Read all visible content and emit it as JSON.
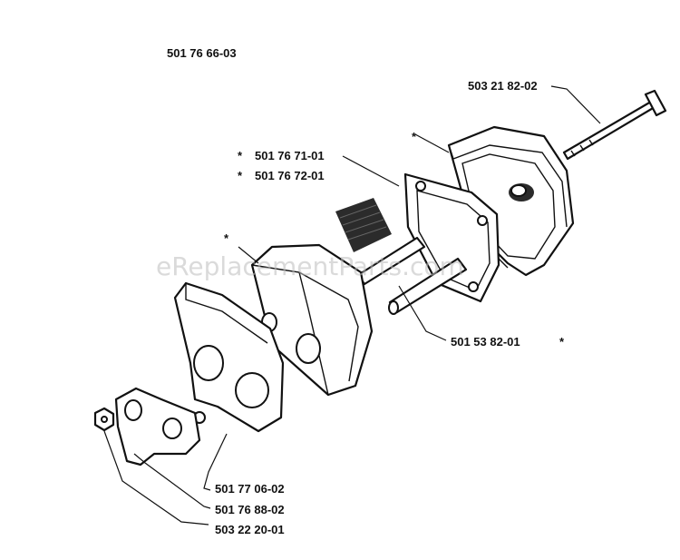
{
  "labels": {
    "assembly": "501 76 66-03",
    "bolt": "503 21 82-02",
    "cover_a": "501 76 71-01",
    "cover_b": "501 76 72-01",
    "pins": "501 53 82-01",
    "plate": "501 77 06-02",
    "gasket": "501 76 88-02",
    "nut": "503 22 20-01"
  },
  "marks": {
    "asterisk": "*"
  },
  "watermark": "eReplacementParts.com",
  "colors": {
    "line": "#111111",
    "background": "#ffffff",
    "watermark": "#bdbdbd"
  }
}
